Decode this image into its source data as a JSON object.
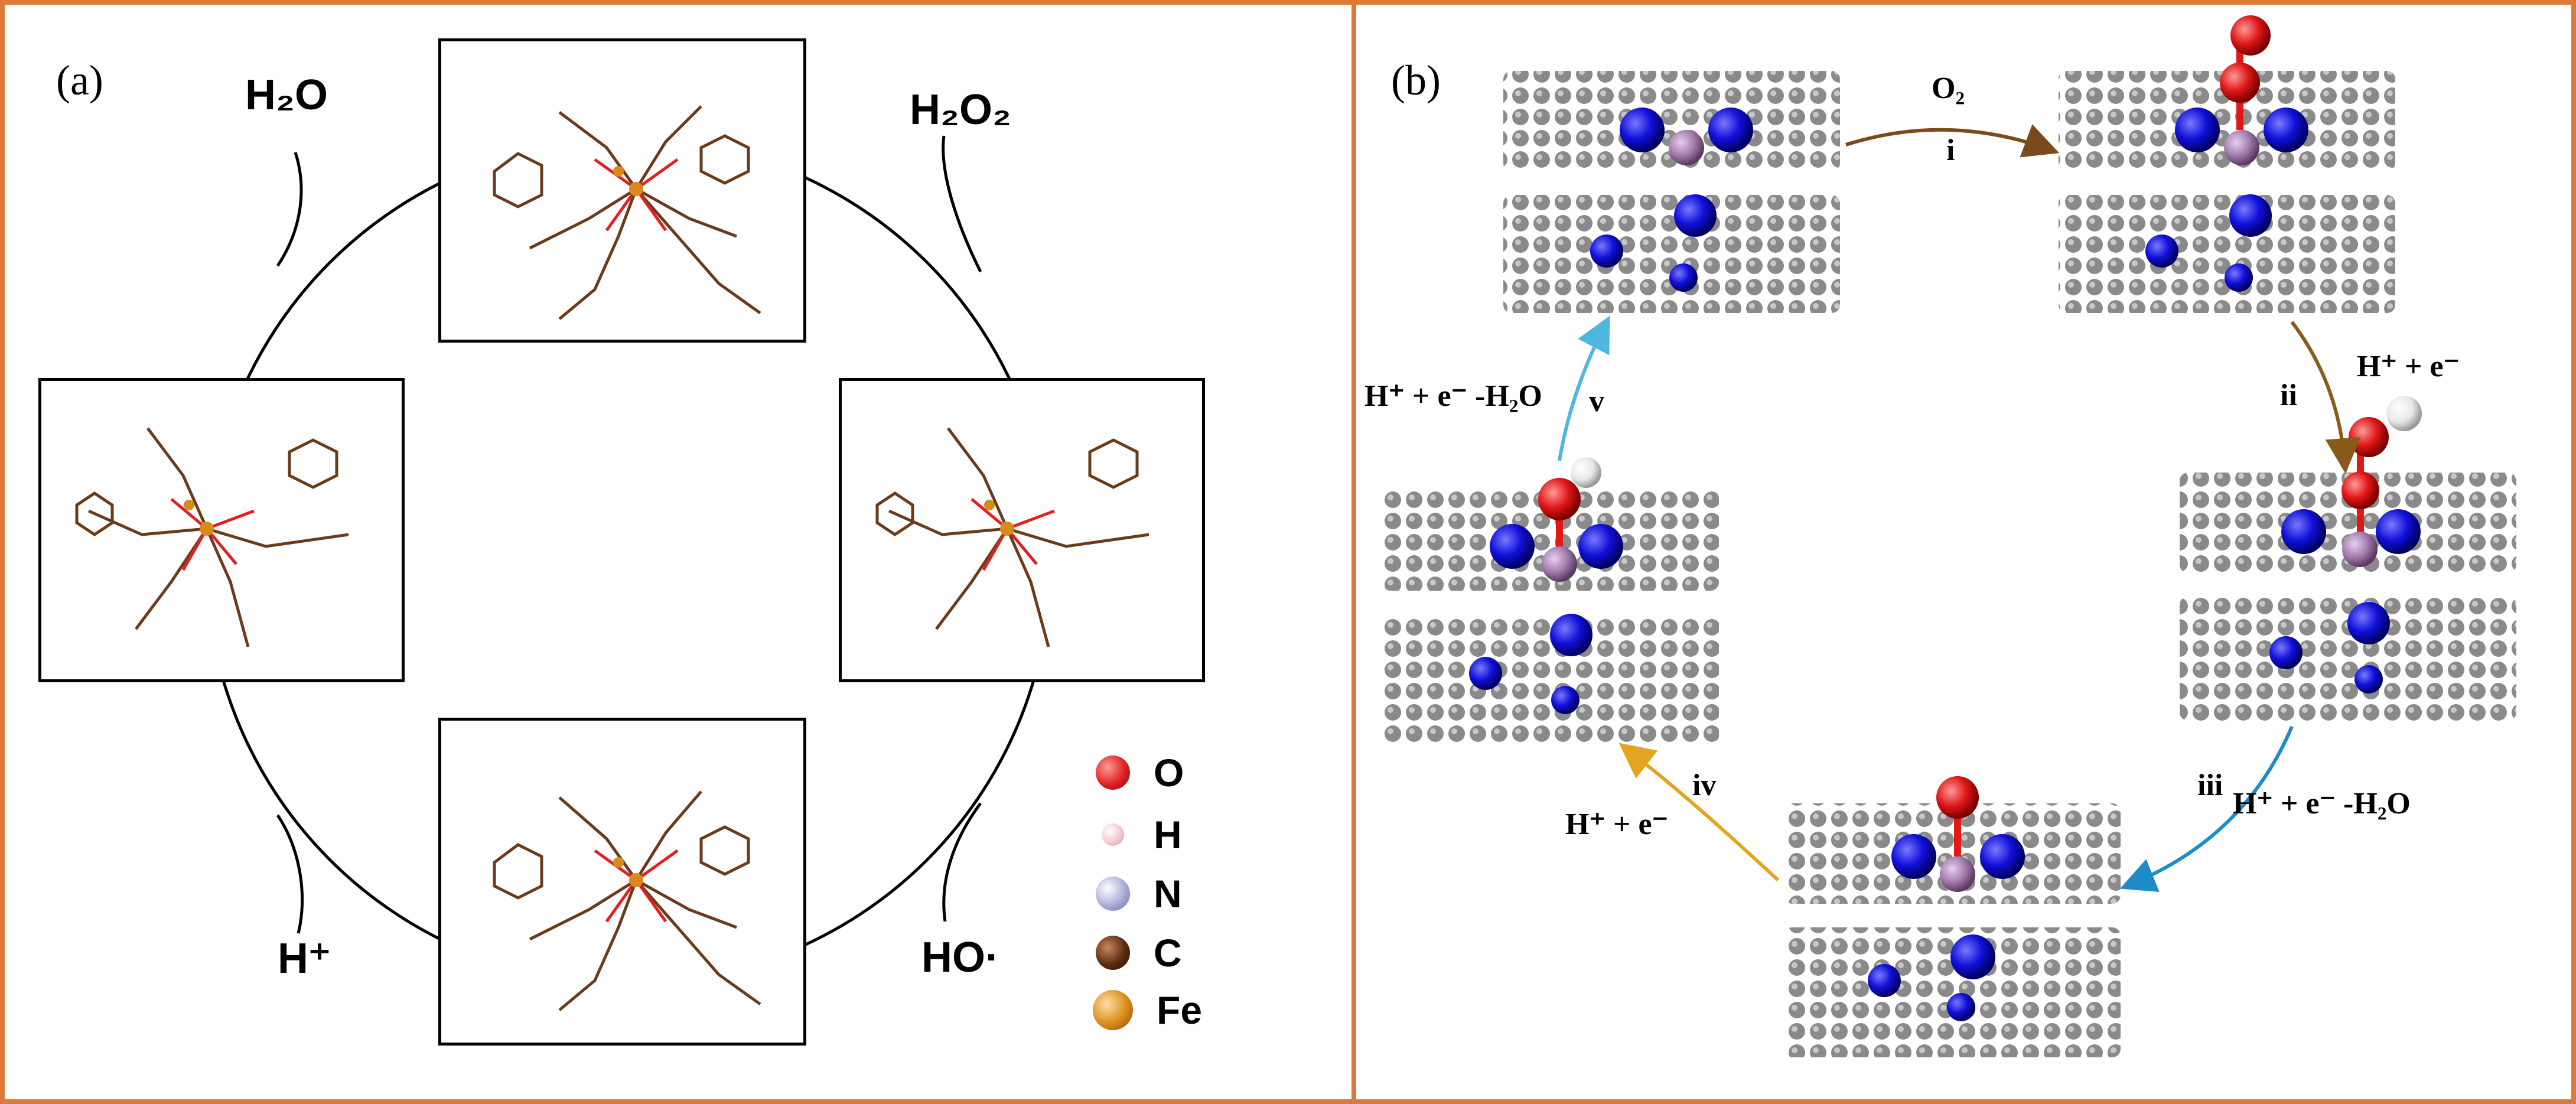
{
  "panel_a": {
    "label": "(a)",
    "species": {
      "top_left": "H₂O",
      "top_right": "H₂O₂",
      "bottom_left": "H⁺",
      "bottom_right": "HO·"
    },
    "legend": [
      {
        "symbol": "O",
        "color": "#e02020"
      },
      {
        "symbol": "H",
        "color": "#f3c8cc"
      },
      {
        "symbol": "N",
        "color": "#a9acd8"
      },
      {
        "symbol": "C",
        "color": "#5a2a10"
      },
      {
        "symbol": "Fe",
        "color": "#d88a1a"
      }
    ]
  },
  "panel_b": {
    "label": "(b)",
    "steps": {
      "i_reagent": "O₂",
      "i_numeral": "i",
      "ii_reagent": "H⁺ + e⁻",
      "ii_numeral": "ii",
      "iii_reagent": "H⁺ + e⁻ -H₂O",
      "iii_numeral": "iii",
      "iv_reagent": "H⁺ + e⁻",
      "iv_numeral": "iv",
      "v_reagent": "H⁺ + e⁻ -H₂O",
      "v_numeral": "v"
    },
    "colors": {
      "step_i": "#7a4a1a",
      "step_ii": "#8a5a1a",
      "step_iii": "#1f8ac8",
      "step_iv": "#e3a520",
      "step_v": "#4fb6e0"
    }
  }
}
